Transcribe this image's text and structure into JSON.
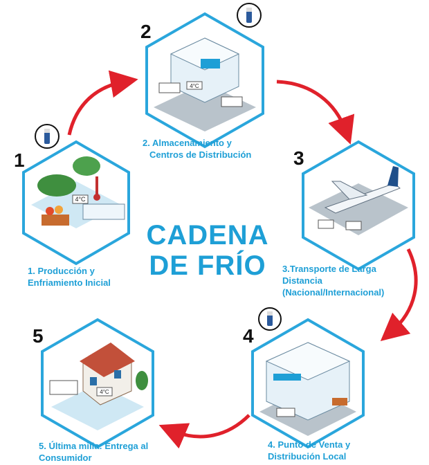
{
  "title": {
    "line1": "CADENA",
    "line2": "DE FRÍO"
  },
  "colors": {
    "accent": "#1e9fd6",
    "arrow": "#e0212b",
    "hex_border": "#2aa6dc",
    "text_dark": "#111111"
  },
  "stages": [
    {
      "number": "1",
      "caption": [
        "1. Producción y",
        "Enfriamiento Inicial"
      ],
      "badge": "4°C",
      "has_sensor": true
    },
    {
      "number": "2",
      "caption": [
        "2. Almacenamiento y",
        "Centros de Distribución"
      ],
      "badge": "4°C",
      "has_sensor": true
    },
    {
      "number": "3",
      "caption": [
        "3.Transporte de Larga",
        "Distancia",
        "(Nacional/Internacional)"
      ],
      "badge": "",
      "has_sensor": false
    },
    {
      "number": "4",
      "caption": [
        "4. Punto de Venta y",
        "Distribución Local"
      ],
      "badge": "",
      "has_sensor": true
    },
    {
      "number": "5",
      "caption": [
        "5. Última milla: Entrega al",
        "Consumidor"
      ],
      "badge": "4°C",
      "has_sensor": false
    }
  ]
}
